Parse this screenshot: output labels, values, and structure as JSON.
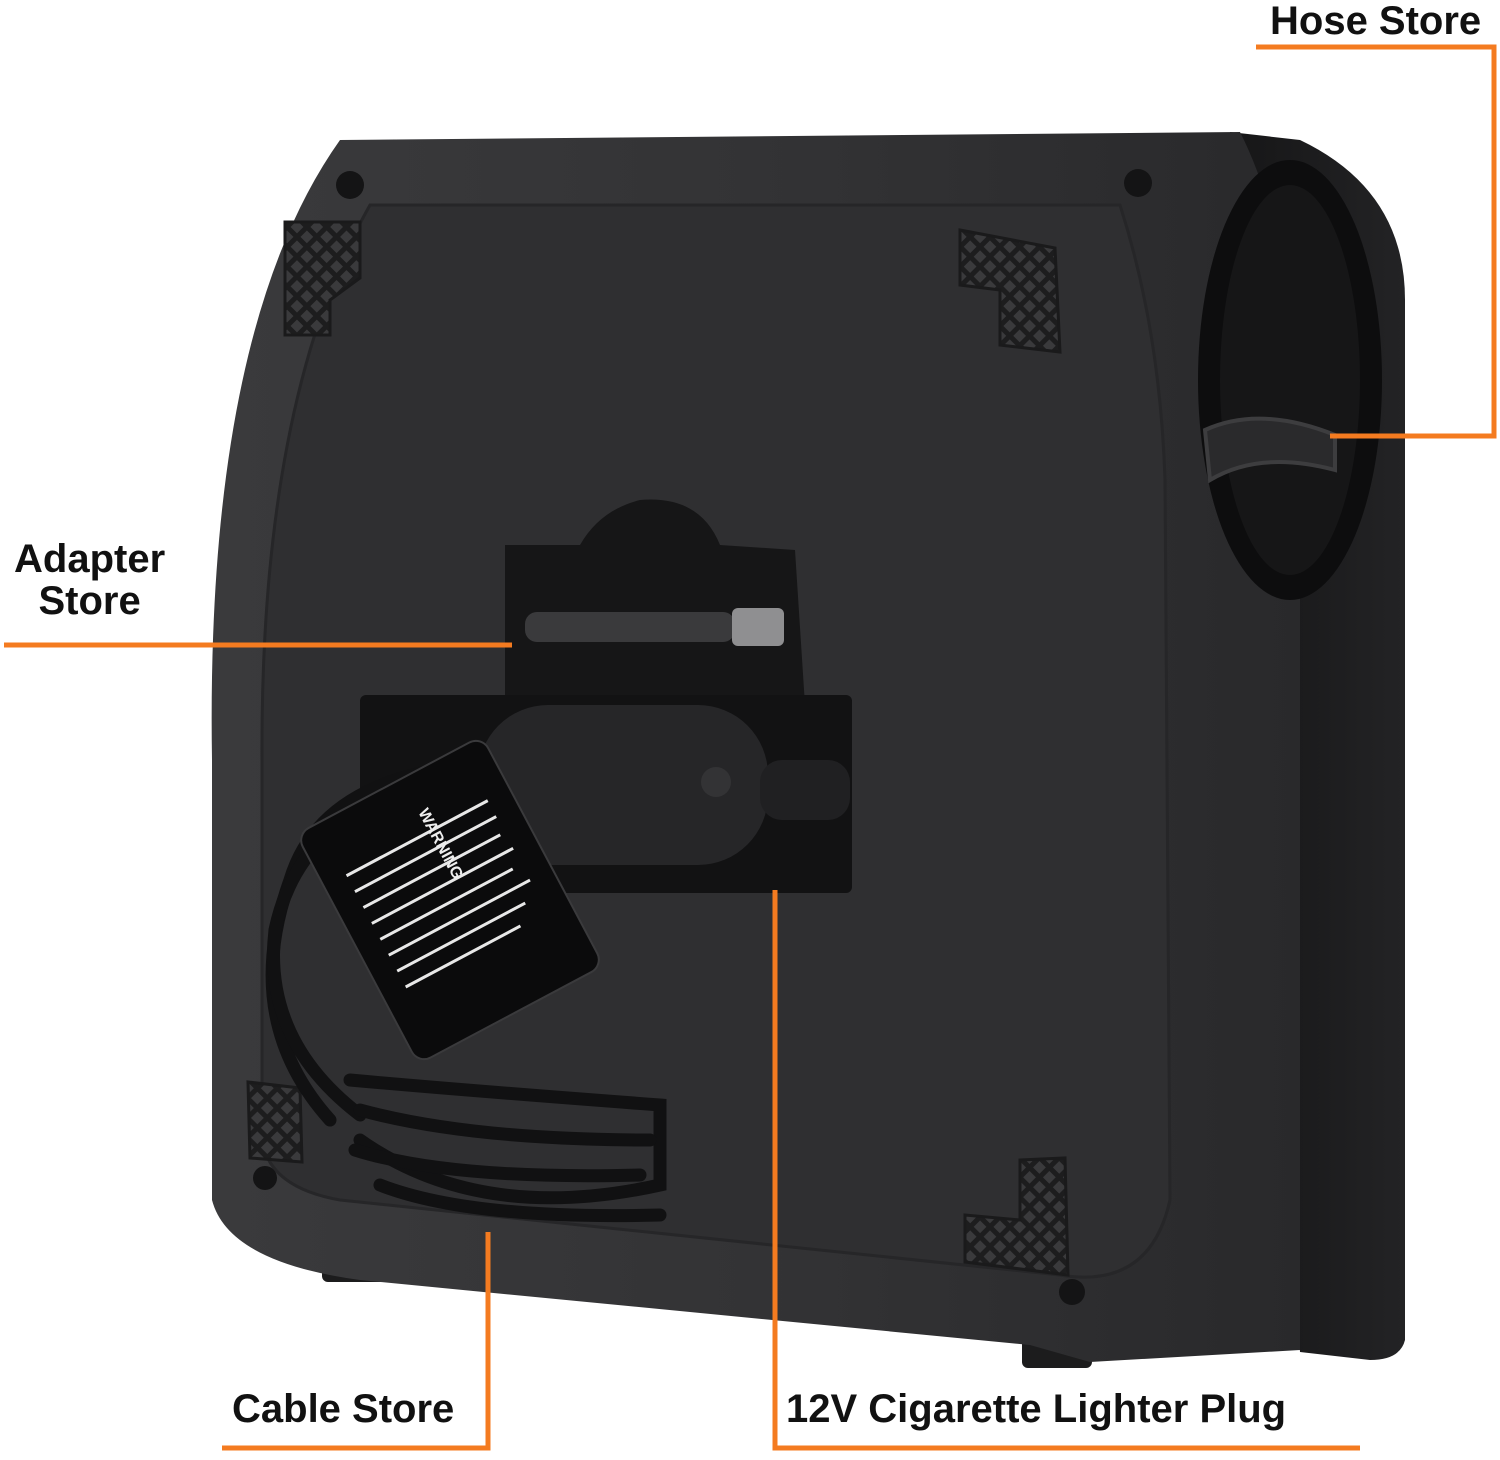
{
  "labels": {
    "hose_store": "Hose Store",
    "adapter_store_line1": "Adapter",
    "adapter_store_line2": "Store",
    "cable_store": "Cable Store",
    "plug": "12V Cigarette Lighter Plug"
  },
  "warning_tag": {
    "title": "WARNING"
  },
  "colors": {
    "callout": "#f47b20",
    "body": "#2b2b2d",
    "body_dark": "#1a1a1b",
    "background": "#ffffff"
  }
}
